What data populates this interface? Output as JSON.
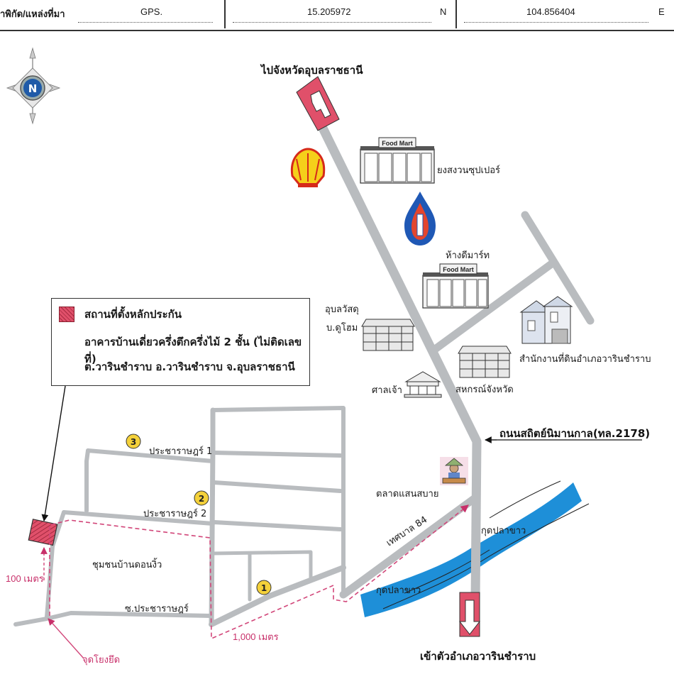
{
  "header": {
    "source_label": "าพิกัด/แหล่งที่มา",
    "source_value": "GPS.",
    "lat_value": "15.205972",
    "lat_dir": "N",
    "lon_value": "104.856404",
    "lon_dir": "E"
  },
  "compass": {
    "label": "N"
  },
  "labels": {
    "to_ubon": "ไปจังหวัดอุบลราชธานี",
    "to_warin": "เข้าตัวอำเภอวารินชำราบ",
    "yongsong": "ยงสงวนซุปเปอร์",
    "food_mart": "Food Mart",
    "dee_mart": "ห้างดีมาร์ท",
    "upawat_1": "อุบลวัสดุ",
    "upawat_2": "บ.ดูโฮม",
    "land_office": "สำนักงานที่ดินอำเภอวารินชำราบ",
    "shrine": "ศาลเจ้า",
    "coop": "สหกรณ์จังหวัด",
    "main_road": "ถนนสถิตย์นิมานกาล(ทล.2178)",
    "market": "ตลาดแสนสบาย",
    "tessaban": "เทศบาล 84",
    "kud_pla_khao_1": "กุดปลาขาว",
    "kud_pla_khao_2": "กุดปลาขาว",
    "pracharat_1": "ประชาราษฎร์ 1",
    "pracharat_2": "ประชาราษฎร์ 2",
    "soi_pracharat": "ซ.ประชาราษฎร์",
    "community": "ชุมชนบ้านดอนงิ้ว",
    "dist_100": "100 เมตร",
    "dist_1000": "1,000 เมตร",
    "ref_point": "จุดโยงยึด",
    "marker_1": "1",
    "marker_2": "2",
    "marker_3": "3"
  },
  "legend": {
    "line1": "สถานที่ตั้งหลักประกัน",
    "line2": "อาคารบ้านเดี่ยวครึ่งตึกครึ่งไม้ 2 ชั้น (ไม่ติดเลขที่)",
    "line3": "ต.วารินชำราบ อ.วารินชำราบ จ.อุบลราชธานี"
  },
  "colors": {
    "road": "#b9bcbf",
    "river": "#1e8fd8",
    "collateral": "#e0506a",
    "arrow_box": "#e0506a",
    "route": "#d2477a",
    "marker": "#f4d13a"
  }
}
